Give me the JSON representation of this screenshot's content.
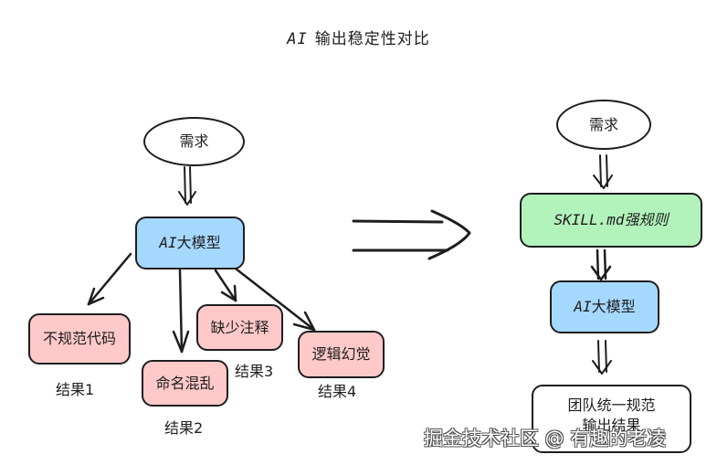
{
  "title": {
    "prefix": "AI",
    "text": "输出稳定性对比"
  },
  "left_flow": {
    "requirement": "需求",
    "model": {
      "prefix": "AI",
      "text": "大模型"
    },
    "results": [
      {
        "text": "不规范代码",
        "caption": "结果1"
      },
      {
        "text": "命名混乱",
        "caption": "结果2"
      },
      {
        "text": "缺少注释",
        "caption": "结果3"
      },
      {
        "text": "逻辑幻觉",
        "caption": "结果4"
      }
    ]
  },
  "right_flow": {
    "requirement": "需求",
    "rules": "SKILL.md强规则",
    "model": {
      "prefix": "AI",
      "text": "大模型"
    },
    "output_line1": "团队统一规范",
    "output_line2": "输出结果"
  },
  "colors": {
    "model_fill": "#a5d8ff",
    "result_fill": "#ffc9c9",
    "rules_fill": "#b2f2bb",
    "stroke": "#1e1e1e"
  },
  "watermark": "掘金技术社区 @ 有趣的老凌"
}
